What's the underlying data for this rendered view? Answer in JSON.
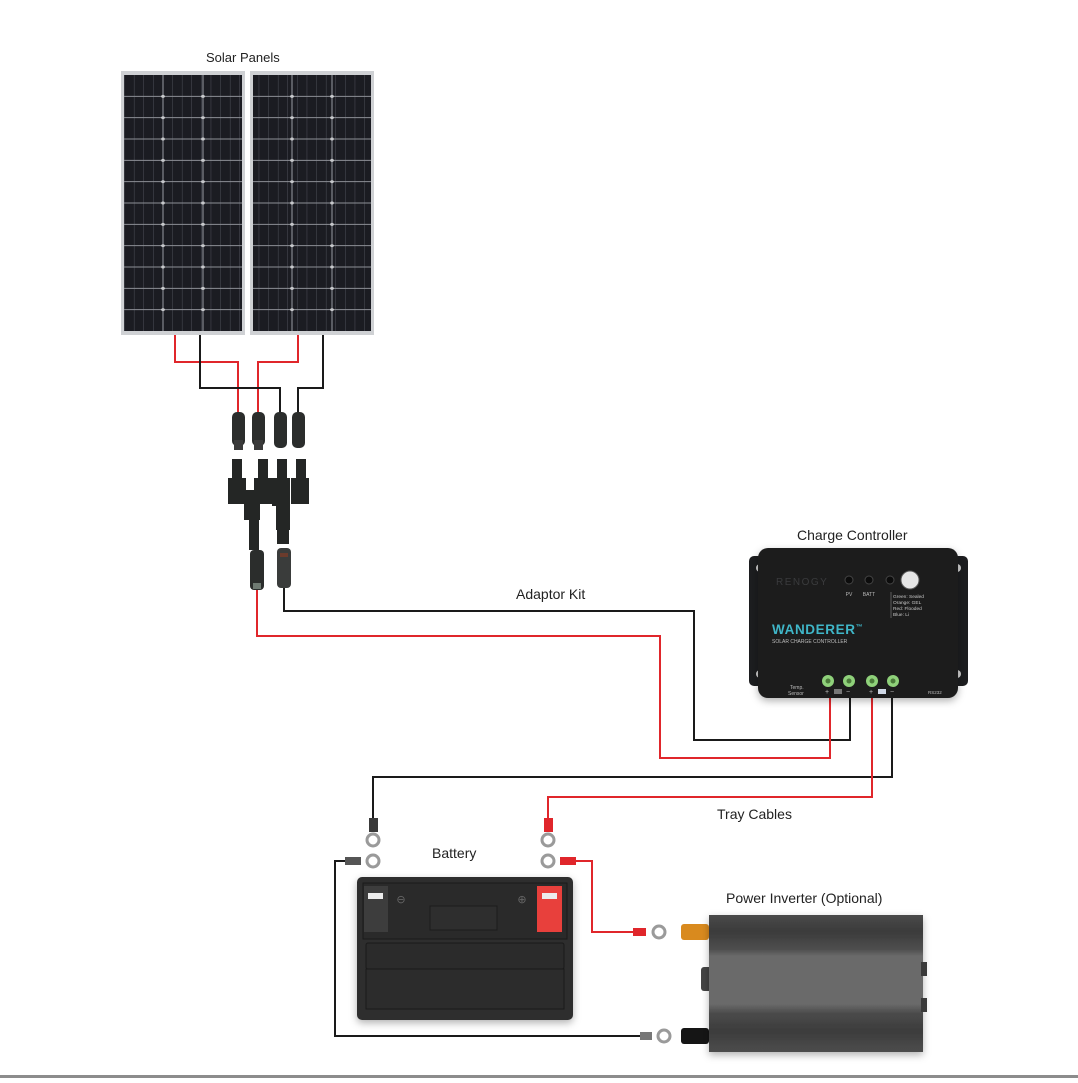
{
  "diagram": {
    "title": "Solar Power System Wiring Diagram",
    "components": {
      "solar_panels": {
        "label": "Solar Panels",
        "count": 2
      },
      "adaptor_kit": {
        "label": "Adaptor Kit"
      },
      "charge_controller": {
        "label": "Charge Controller",
        "brand_text": "RENOGY",
        "model": "WANDERER",
        "trademark": "™",
        "subtitle": "SOLAR CHARGE CONTROLLER",
        "indicators": [
          "PV",
          "BATT"
        ],
        "battery_type_legend": [
          "Green: Sealed",
          "Orange: GEL",
          "Red: Flooded",
          "Blue: Li"
        ],
        "terminal_labels": {
          "temp_sensor": [
            "Temp.",
            "Sensor"
          ],
          "pv_plus": "+",
          "pv_minus": "−",
          "batt_plus": "+",
          "batt_minus": "−",
          "rs232": "RS232"
        }
      },
      "tray_cables": {
        "label": "Tray Cables"
      },
      "battery": {
        "label": "Battery",
        "negative_symbol": "⊖",
        "positive_symbol": "⊕"
      },
      "power_inverter": {
        "label": "Power Inverter (Optional)"
      }
    },
    "colors": {
      "positive_wire": "#e0262b",
      "negative_wire": "#1a1a1a",
      "controller_body": "#1c1d1f",
      "controller_accent": "#3fb6c8",
      "terminal_green": "#8fd17a",
      "battery_body": "#2e2e2e",
      "battery_positive": "#e8403c",
      "inverter_body": "#5b5b5b",
      "inverter_positive_post": "#d98a1e",
      "panel_cell": "#1b1c22",
      "panel_frame": "#cfd1d4"
    }
  }
}
